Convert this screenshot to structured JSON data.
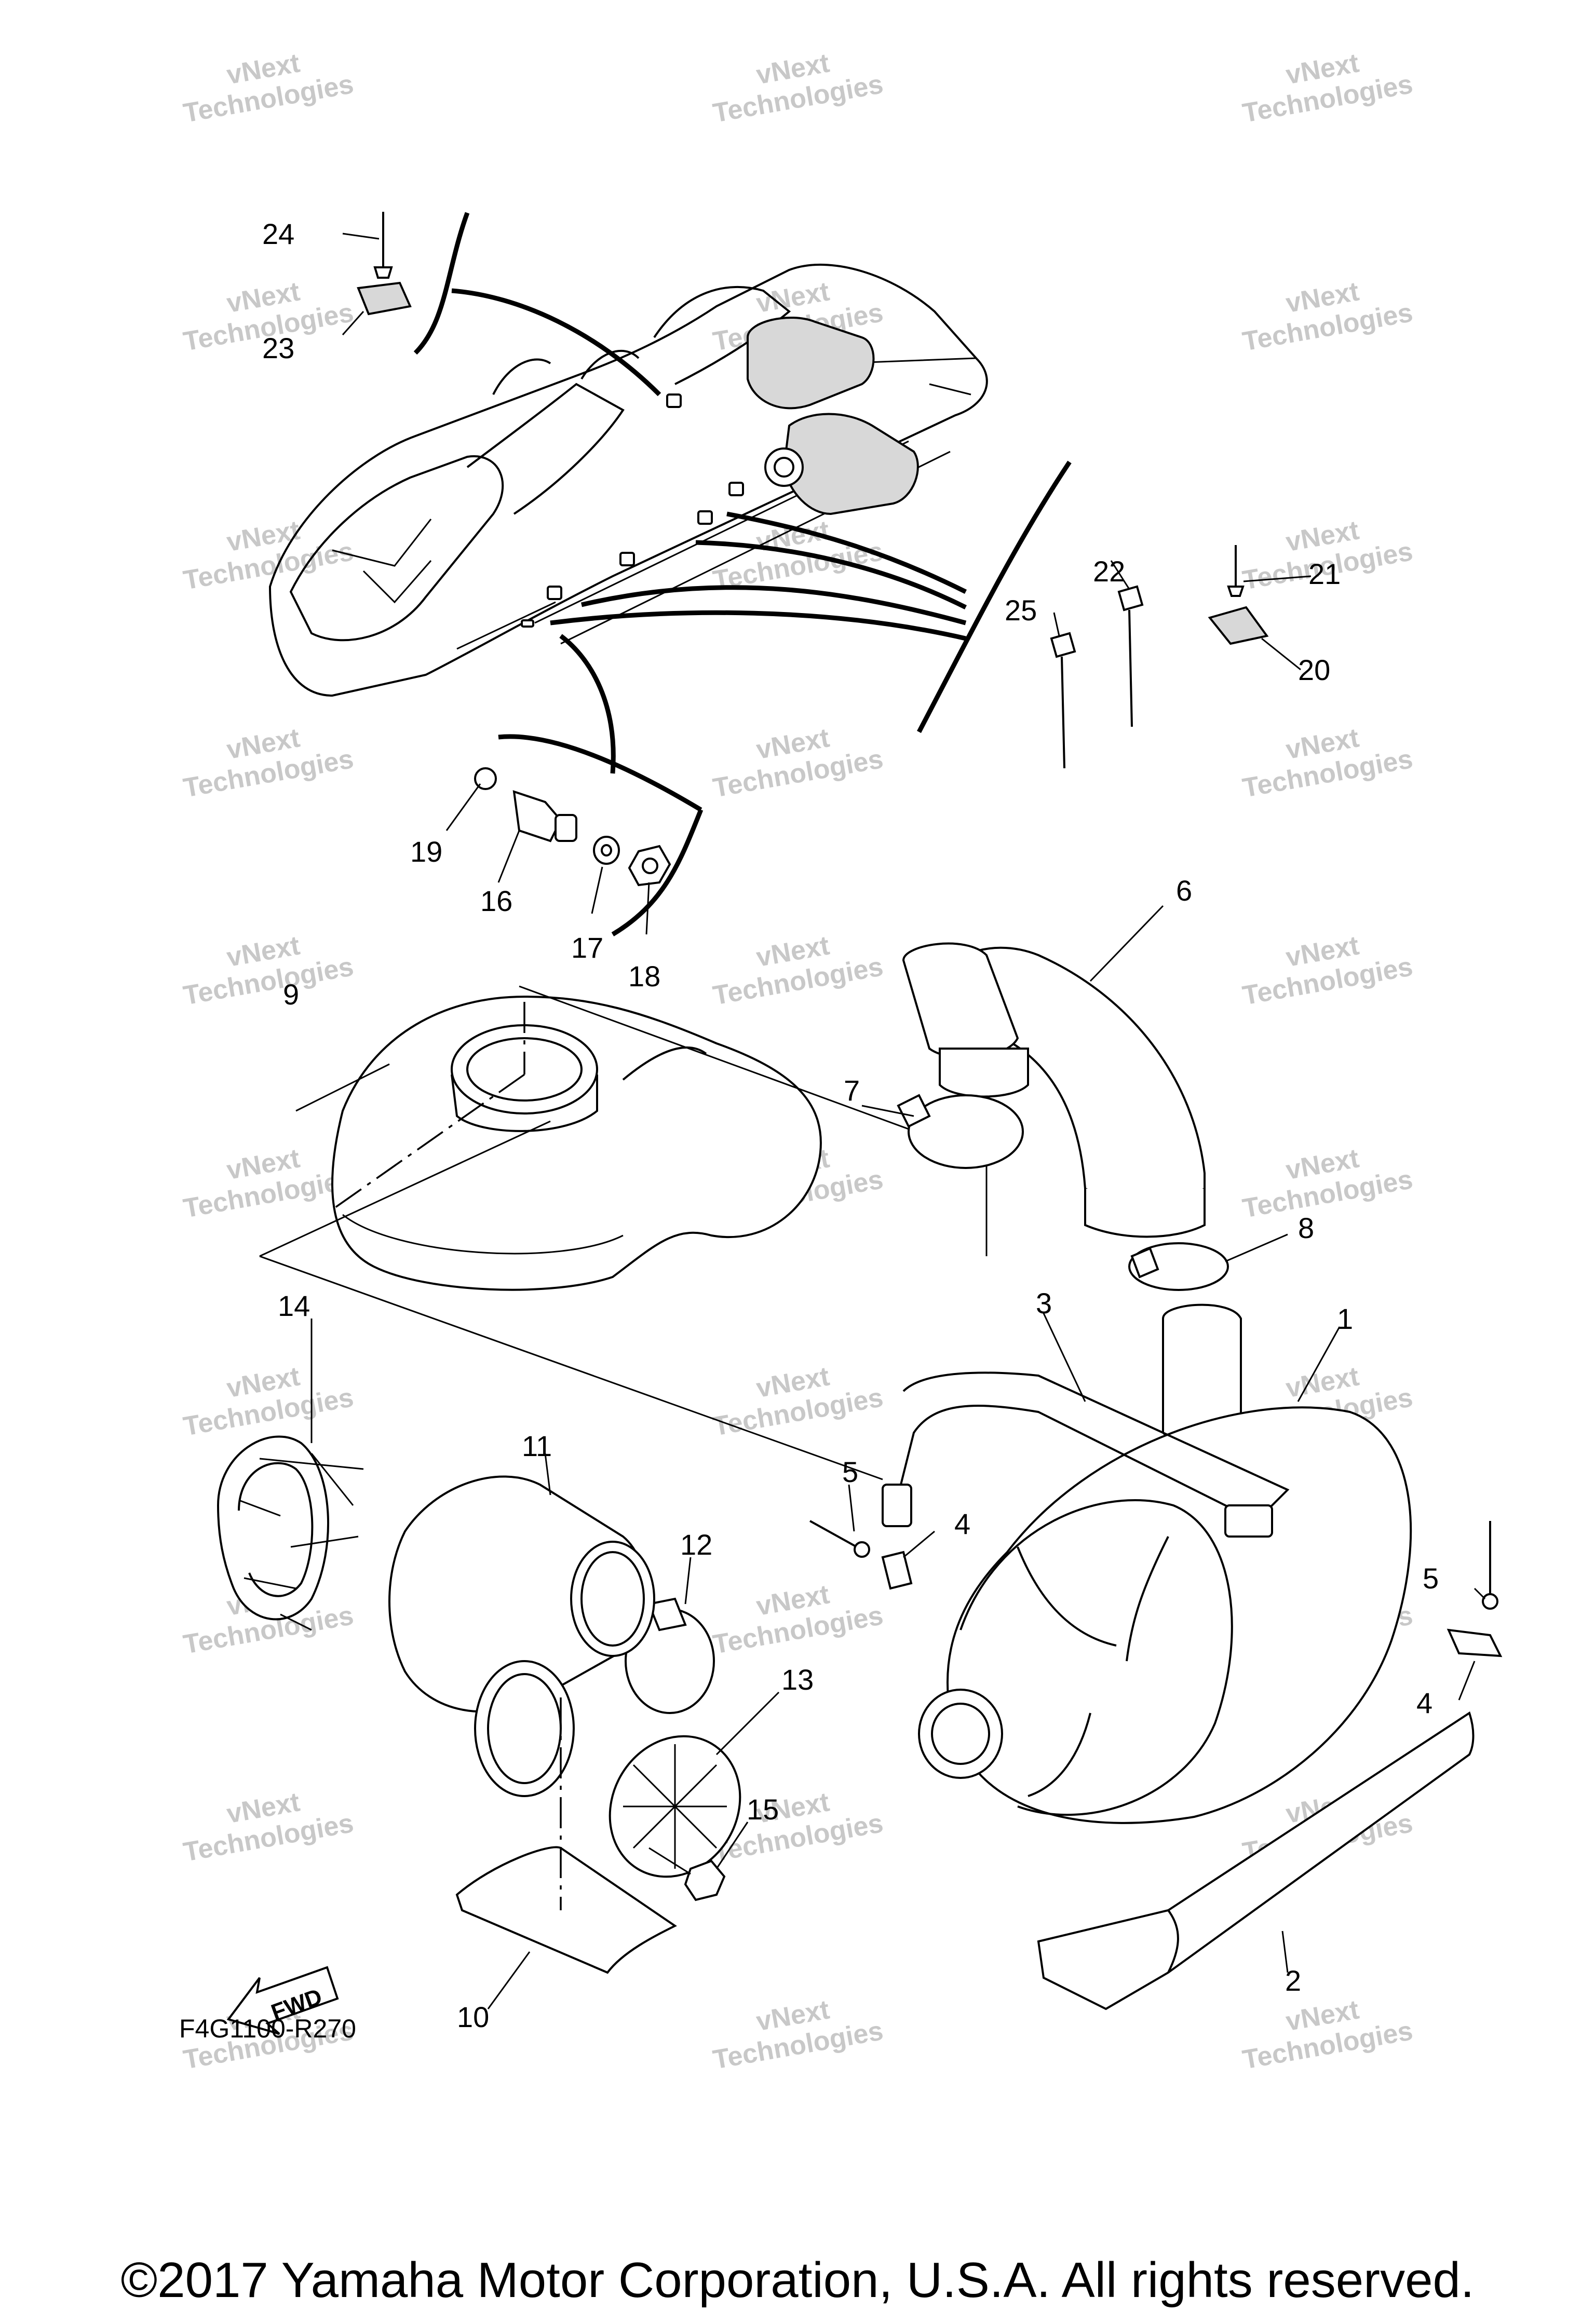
{
  "diagram": {
    "reference_code": "F4G1100-R270",
    "fwd_label": "FWD",
    "copyright": "©2017 Yamaha Motor Corporation, U.S.A. All rights reserved.",
    "watermark": [
      "vNext",
      "Technologies"
    ],
    "callouts": [
      {
        "id": "1",
        "label": "1"
      },
      {
        "id": "2",
        "label": "2"
      },
      {
        "id": "3",
        "label": "3"
      },
      {
        "id": "4a",
        "label": "4"
      },
      {
        "id": "4b",
        "label": "4"
      },
      {
        "id": "5a",
        "label": "5"
      },
      {
        "id": "5b",
        "label": "5"
      },
      {
        "id": "6",
        "label": "6"
      },
      {
        "id": "7",
        "label": "7"
      },
      {
        "id": "8",
        "label": "8"
      },
      {
        "id": "9",
        "label": "9"
      },
      {
        "id": "10",
        "label": "10"
      },
      {
        "id": "11",
        "label": "11"
      },
      {
        "id": "12",
        "label": "12"
      },
      {
        "id": "13",
        "label": "13"
      },
      {
        "id": "14",
        "label": "14"
      },
      {
        "id": "15",
        "label": "15"
      },
      {
        "id": "16",
        "label": "16"
      },
      {
        "id": "17",
        "label": "17"
      },
      {
        "id": "18",
        "label": "18"
      },
      {
        "id": "19",
        "label": "19"
      },
      {
        "id": "20",
        "label": "20"
      },
      {
        "id": "21",
        "label": "21"
      },
      {
        "id": "22",
        "label": "22"
      },
      {
        "id": "23",
        "label": "23"
      },
      {
        "id": "24",
        "label": "24"
      },
      {
        "id": "25",
        "label": "25"
      }
    ]
  }
}
